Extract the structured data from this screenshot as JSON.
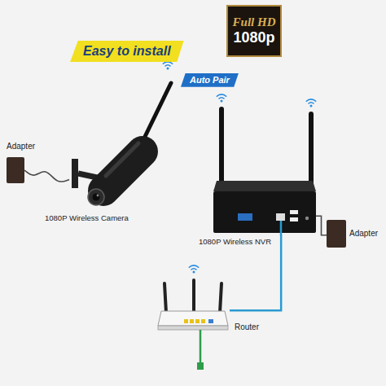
{
  "diagram": {
    "nodes": [
      {
        "text": [
          "Easy to install"
        ]
      },
      {
        "text": [
          "Full HD",
          "1080p"
        ]
      },
      {
        "text": [
          "Auto Pair"
        ]
      },
      {
        "text": [
          "Adapter"
        ]
      },
      {
        "text": [
          "1080P Wireless Camera"
        ]
      },
      {
        "text": [
          "1080P Wireless NVR"
        ]
      },
      {
        "text": [
          "Adapter"
        ]
      },
      {
        "text": [
          "Router"
        ]
      }
    ],
    "edges": [
      {
        "from": 3,
        "to": 4,
        "arrow": "none"
      },
      {
        "from": 6,
        "to": 5,
        "arrow": "none"
      },
      {
        "from": 5,
        "to": 7,
        "arrow": "none"
      }
    ]
  }
}
